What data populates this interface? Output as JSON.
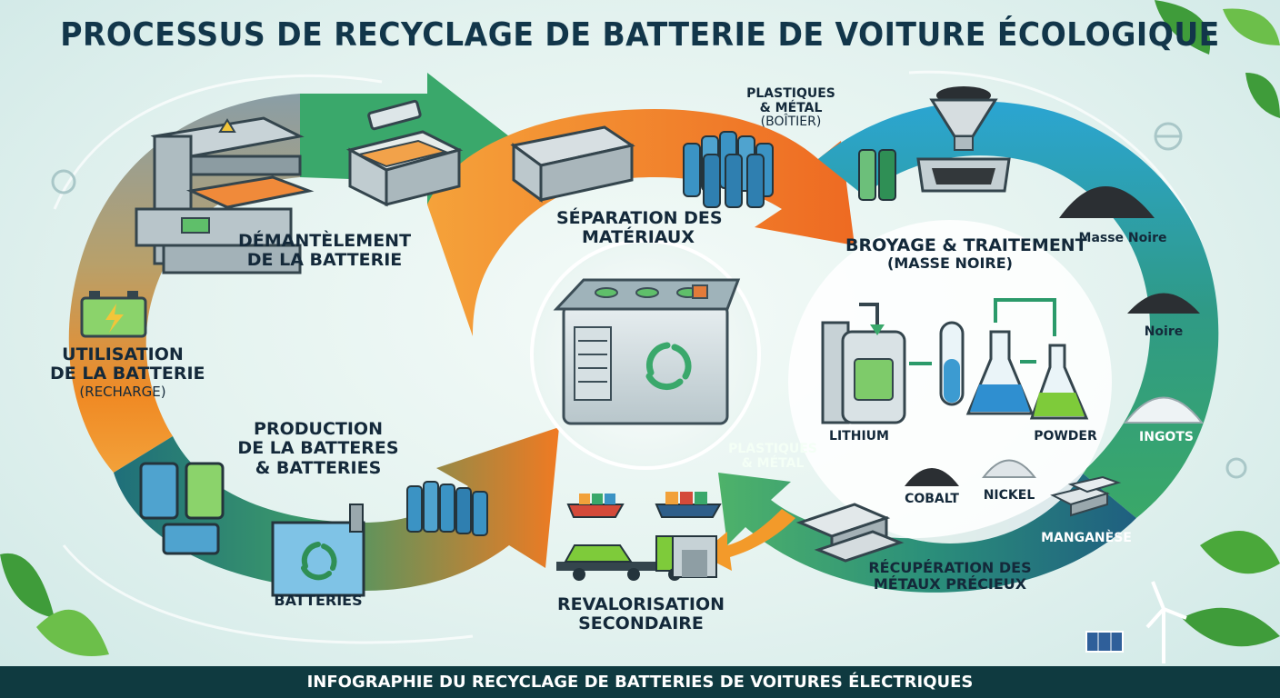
{
  "title": "PROCESSUS DE RECYCLAGE DE BATTERIE DE VOITURE ÉCOLOGIQUE",
  "footer": "INFOGRAPHIE DU RECYCLAGE DE BATTERIES DE VOITURES ÉLECTRIQUES",
  "steps": {
    "dismantling": {
      "line1": "DÉMANTÈLEMENT",
      "line2": "DE LA BATTERIE"
    },
    "separation": {
      "line1": "SÉPARATION DES",
      "line2": "MATÉRIAUX"
    },
    "casing": {
      "line1": "PLASTIQUES",
      "line2": "& MÉTAL",
      "line3": "(BOÎTIER)"
    },
    "crushing": {
      "line1": "BROYAGE & TRAITEMENT",
      "line2": "(MASSE NOIRE)"
    },
    "usage": {
      "line1": "UTILISATION",
      "line2": "DE LA BATTERIE",
      "line3": "(RECHARGE)"
    },
    "production": {
      "line1": "PRODUCTION",
      "line2": "DE LA BATTERES",
      "line3": "& BATTERIES"
    },
    "factory": {
      "label": "BATTERIES"
    },
    "revalorisation": {
      "line1": "REVALORISATION",
      "line2": "SECONDAIRE"
    },
    "plastics": {
      "line1": "PLASTIQUES",
      "line2": "& MÉTAL"
    },
    "recovery": {
      "line1": "RÉCUPÉRATION DES",
      "line2": "MÉTAUX PRÉCIEUX"
    }
  },
  "materials": {
    "masse_noire": "Masse Noire",
    "noire": "Noire",
    "ingots": "INGOTS",
    "manganese": "MANGANÈSE",
    "lithium": "LITHIUM",
    "powder": "POWDER",
    "cobalt": "COBALT",
    "nickel": "NICKEL"
  },
  "colors": {
    "title": "#12364a",
    "arrow_gray": "#8fa3a9",
    "arrow_green": "#3aa86b",
    "arrow_orange": "#f08a24",
    "arrow_blue": "#2ea3c9",
    "arrow_teal": "#1f6f7a",
    "footer_bg": "#0f3a40"
  },
  "icons": [
    "factory-machine-icon",
    "battery-module-icon",
    "battery-cells-icon",
    "plastic-tray-icon",
    "car-battery-recycle-icon",
    "grinder-hopper-icon",
    "black-mass-pile-icon",
    "reactor-tank-icon",
    "test-tube-icon",
    "flask-icon",
    "metal-ingots-icon",
    "recycle-factory-icon",
    "cargo-ship-icon",
    "tow-truck-car-icon",
    "leaf-icon",
    "wind-turbine-icon",
    "solar-panel-icon",
    "gear-icon",
    "globe-icon"
  ]
}
